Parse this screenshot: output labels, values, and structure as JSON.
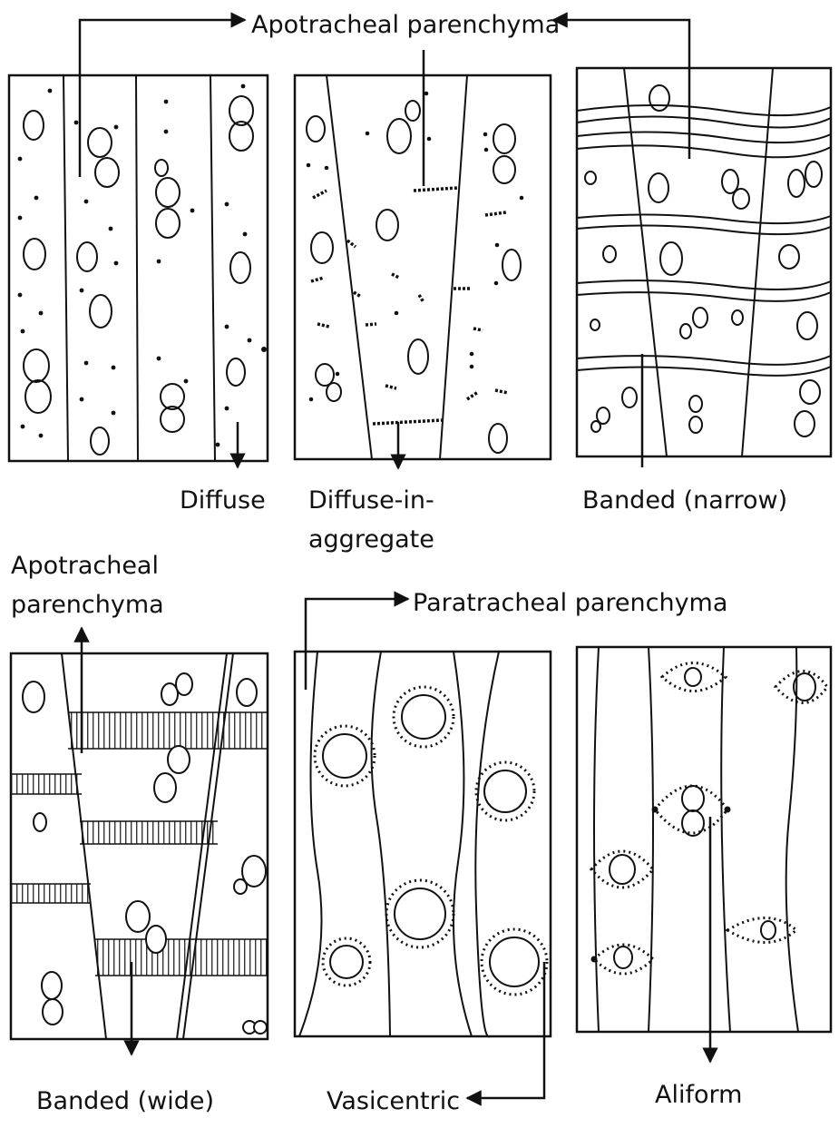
{
  "labels": {
    "apotracheal_top": "Apotracheal parenchyma",
    "diffuse": "Diffuse",
    "diffuse_in_1": "Diffuse-in-",
    "diffuse_in_2": "aggregate",
    "banded_narrow": "Banded (narrow)",
    "apotracheal_left_1": "Apotracheal",
    "apotracheal_left_2": "parenchyma",
    "paratracheal": "Paratracheal parenchyma",
    "banded_wide": "Banded (wide)",
    "vasicentric": "Vasicentric",
    "aliform": "Aliform"
  }
}
